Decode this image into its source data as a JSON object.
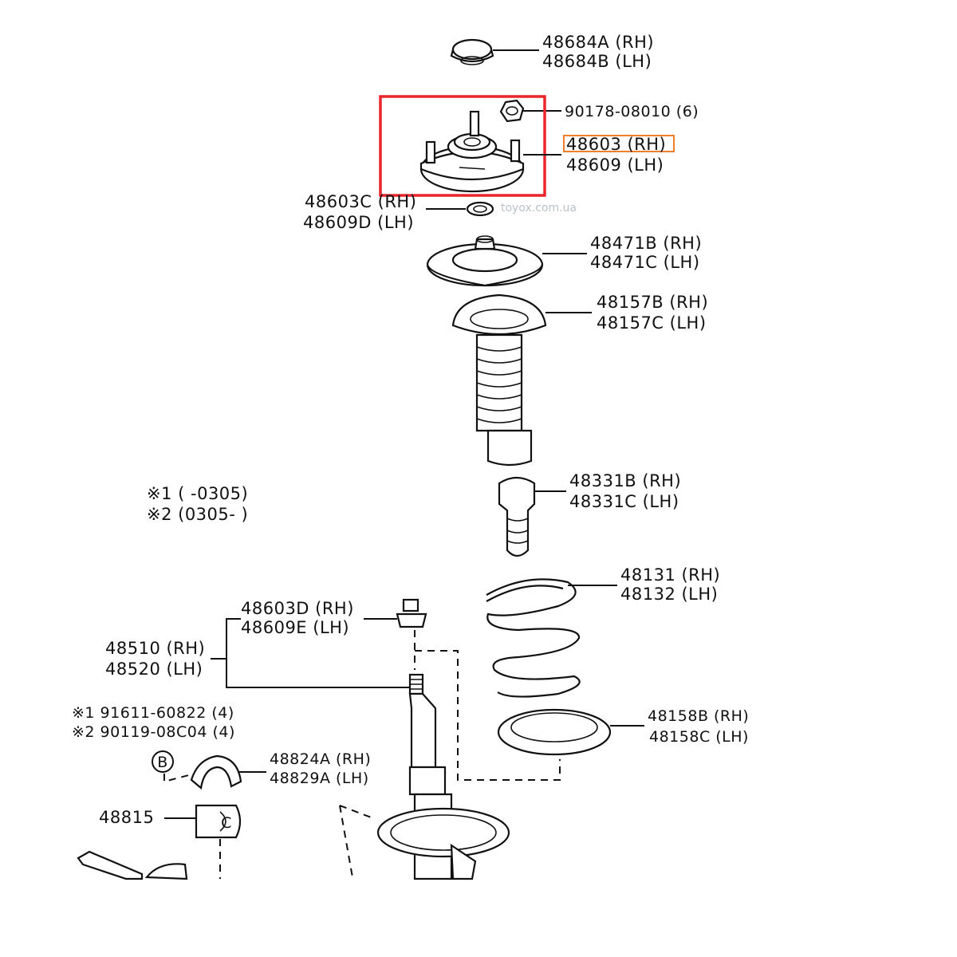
{
  "watermark": "toyox.com.ua",
  "highlight": {
    "box_color": "#e8262b",
    "label_color": "#f07f2a"
  },
  "parts": {
    "cap": {
      "a": "48684A (RH)",
      "b": "48684B (LH)"
    },
    "nut": {
      "a": "90178-08010 (6)"
    },
    "support": {
      "a": "48603 (RH)",
      "b": "48609 (LH)"
    },
    "bearing": {
      "a": "48603C (RH)",
      "b": "48609D (LH)"
    },
    "upper_seat": {
      "a": "48471B (RH)",
      "b": "48471C (LH)"
    },
    "insulator": {
      "a": "48157B (RH)",
      "b": "48157C (LH)"
    },
    "bumper": {
      "a": "48331B (RH)",
      "b": "48331C (LH)"
    },
    "spring": {
      "a": "48131 (RH)",
      "b": "48132 (LH)"
    },
    "lower_seat": {
      "a": "48158B (RH)",
      "b": "48158C (LH)"
    },
    "strut_nut": {
      "a": "48603D (RH)",
      "b": "48609E (LH)"
    },
    "absorber": {
      "a": "48510 (RH)",
      "b": "48520 (LH)"
    },
    "bolts": {
      "a": "※1  91611-60822 (4)",
      "b": "※2  90119-08C04 (4)",
      "marker": "B"
    },
    "bracket": {
      "a": "48824A (RH)",
      "b": "48829A (LH)"
    },
    "bushing": {
      "a": "48815",
      "marker": "C"
    }
  },
  "notes": {
    "n1": "※1 (        -0305)",
    "n2": "※2 (0305-        )"
  }
}
